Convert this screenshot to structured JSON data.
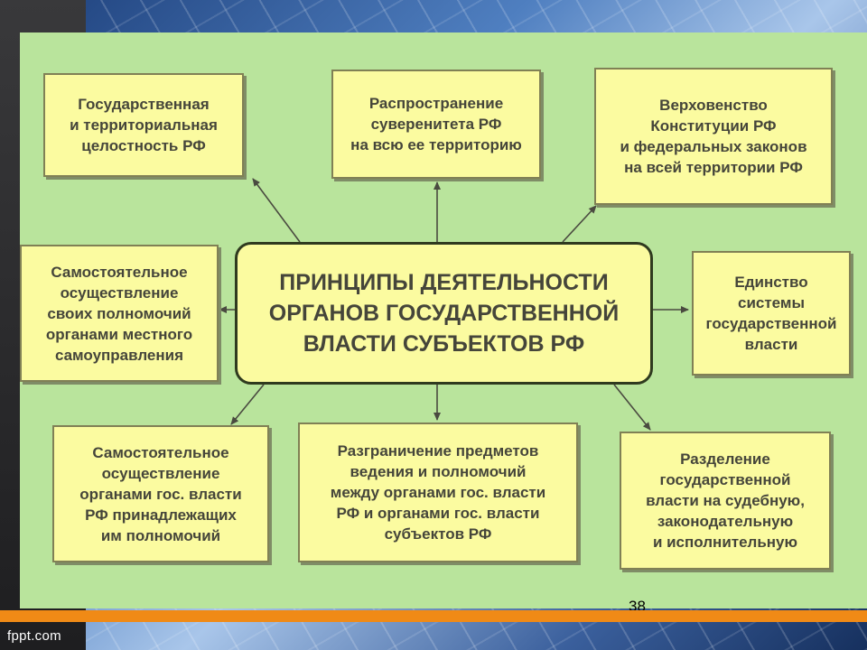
{
  "diagram": {
    "center": "ПРИНЦИПЫ ДЕЯТЕЛЬНОСТИ\nОРГАНОВ ГОСУДАРСТВЕННОЙ\nВЛАСТИ СУБЪЕКТОВ РФ",
    "nodes": [
      {
        "id": "top-left",
        "text": "Государственная\nи территориальная\nцелостность РФ"
      },
      {
        "id": "top-center",
        "text": "Распространение\nсуверенитета РФ\nна всю ее территорию"
      },
      {
        "id": "top-right",
        "text": "Верховенство\nКонституции РФ\nи федеральных законов\nна всей территории РФ"
      },
      {
        "id": "middle-left",
        "text": "Самостоятельное\nосуществление\nсвоих полномочий\nорганами местного\nсамоуправления"
      },
      {
        "id": "middle-right",
        "text": "Единство\nсистемы\nгосударственной\nвласти"
      },
      {
        "id": "bottom-left",
        "text": "Самостоятельное\nосуществление\nорганами гос. власти\nРФ принадлежащих\nим полномочий"
      },
      {
        "id": "bottom-center",
        "text": "Разграничение предметов\nведения и полномочий\nмежду органами гос. власти\nРФ и органами гос. власти\nсубъектов РФ"
      },
      {
        "id": "bottom-right",
        "text": "Разделение\nгосударственной\nвласти на судебную,\nзаконодательную\nи исполнительную"
      }
    ]
  },
  "footer": {
    "logo": "fppt.com",
    "slide_number": "38"
  },
  "colors": {
    "panel": "#b9e49c",
    "box_fill": "#fbfba0",
    "accent_bar": "#f08a16"
  }
}
